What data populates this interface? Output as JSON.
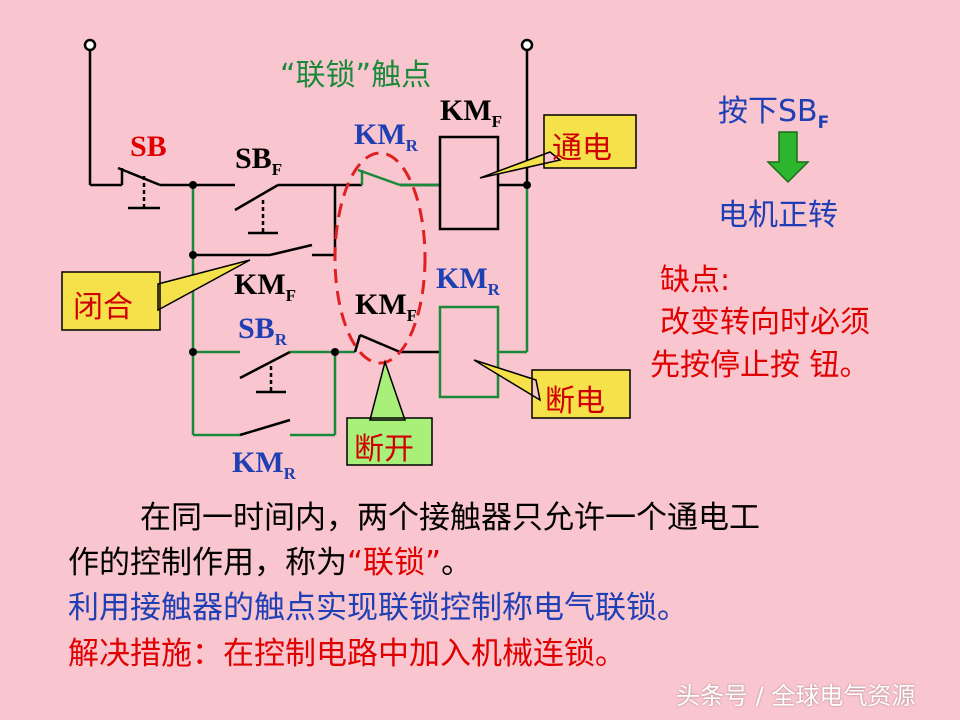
{
  "diagram": {
    "title": "“联锁”触点",
    "labels": {
      "sb": "SB",
      "sbf": "SB",
      "sbf_sub": "F",
      "kmr_top": "KM",
      "kmr_top_sub": "R",
      "kmf_coil": "KM",
      "kmf_coil_sub": "F",
      "kmf_hold": "KM",
      "kmf_hold_sub": "F",
      "sbr": "SB",
      "sbr_sub": "R",
      "kmf_inter": "KM",
      "kmf_inter_sub": "F",
      "kmr_coil": "KM",
      "kmr_coil_sub": "R",
      "kmr_hold": "KM",
      "kmr_hold_sub": "R"
    },
    "callouts": {
      "closed": "闭合",
      "powered": "通电",
      "unpowered": "断电",
      "open": "断开"
    }
  },
  "right_panel": {
    "press_prefix": "按下SB",
    "press_sub": "F",
    "result": "电机正转",
    "drawback_title": "缺点:",
    "drawback_line1": "改变转向时必须",
    "drawback_line2": "先按停止按 钮。"
  },
  "text": {
    "line1": "在同一时间内，两个接触器只允许一个通电工",
    "line2_prefix": "作的控制作用，称为",
    "line2_highlight": "“联锁”",
    "line2_suffix": "。",
    "line3": "利用接触器的触点实现联锁控制称电气联锁。",
    "line4": "解决措施：在控制电路中加入机械连锁。"
  },
  "watermark": "头条号 / 全球电气资源",
  "colors": {
    "background": "#f9c5cf",
    "wire_green": "#1a8a3a",
    "label_blue": "#1f3fb4",
    "label_red": "#e00000",
    "callout_fill": "#f5e24a",
    "callout_open_fill": "#a8f07a",
    "arrow_green": "#2db52d"
  }
}
